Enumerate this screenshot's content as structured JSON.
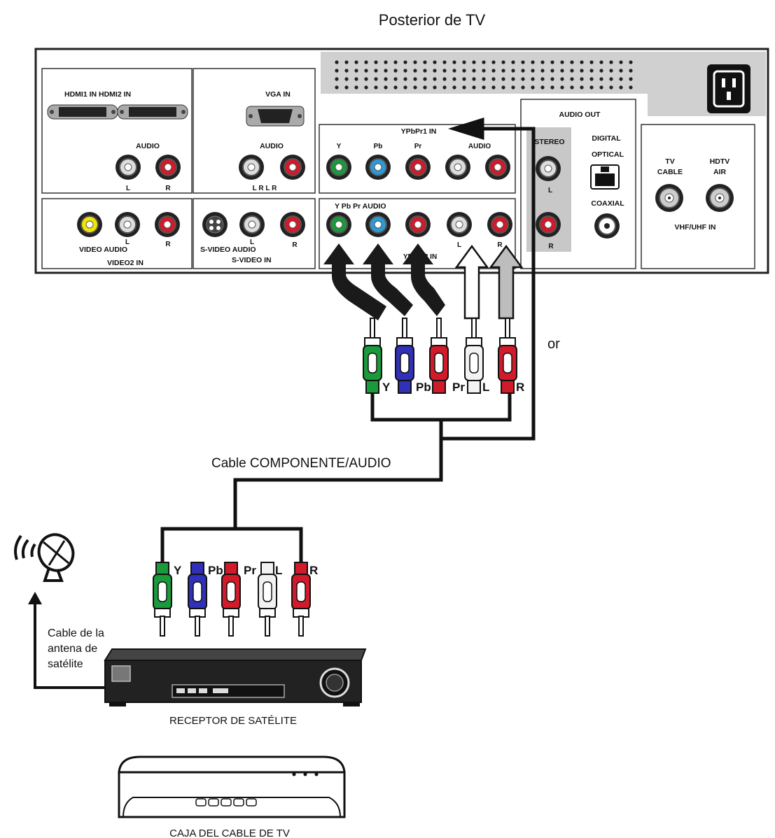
{
  "title": "Posterior de TV",
  "panel": {
    "hdmi_label": "HDMI1 IN HDMI2 IN",
    "hdmi_audio": "AUDIO",
    "hdmi_l": "L",
    "hdmi_r": "R",
    "vga_label": "VGA IN",
    "vga_audio": "AUDIO",
    "vga_lr": "L R L R",
    "video2_sub": "VIDEO AUDIO",
    "video2_label": "VIDEO2 IN",
    "video2_l": "L",
    "video2_r": "R",
    "svideo_sub": "S-VIDEO AUDIO",
    "svideo_label": "S-VIDEO IN",
    "svideo_l": "L",
    "svideo_r": "R",
    "ypbpr1_label": "YPbPr1 IN",
    "ypbpr1_y": "Y",
    "ypbpr1_pb": "Pb",
    "ypbpr1_pr": "Pr",
    "ypbpr1_audio": "AUDIO",
    "ypbpr2_label": "Y Pb Pr AUDIO",
    "ypbpr2_hidden": "YPbPr2 IN",
    "ypbpr2_l": "L",
    "ypbpr2_r": "R",
    "audio_out": "AUDIO OUT",
    "stereo": "STEREO",
    "stereo_l": "L",
    "stereo_r": "R",
    "digital": "DIGITAL",
    "optical": "OPTICAL",
    "coaxial": "COAXIAL",
    "tv_cable_1": "TV",
    "tv_cable_2": "CABLE",
    "hdtv_air_1": "HDTV",
    "hdtv_air_2": "AIR",
    "vhf_uhf": "VHF/UHF IN"
  },
  "plugs_top": {
    "y": "Y",
    "pb": "Pb",
    "pr": "Pr",
    "l": "L",
    "r": "R"
  },
  "plugs_bottom": {
    "y": "Y",
    "pb": "Pb",
    "pr": "Pr",
    "l": "L",
    "r": "R"
  },
  "or_text": "or",
  "cable_label": "Cable COMPONENTE/AUDIO",
  "antenna_cable": {
    "line1": "Cable de la",
    "line2": "antena de",
    "line3": "satélite"
  },
  "receiver_label": "RECEPTOR DE SATÉLITE",
  "cablebox_label": "CAJA DEL CABLE DE TV",
  "colors": {
    "green": "#1a9a3a",
    "blue": "#2b9ad6",
    "red": "#d11a2a",
    "white": "#f2f2f2",
    "yellow": "#f2e600",
    "plug_blue": "#3030b8"
  }
}
